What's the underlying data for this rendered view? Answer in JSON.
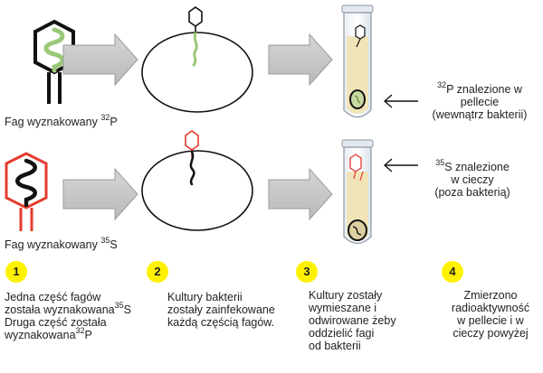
{
  "labels": {
    "p32_fag_label": "Fag wyznakowany",
    "p32_isotope": "32",
    "p32_symbol": "P",
    "s35_fag_label": "Fag wyznakowany",
    "s35_isotope": "35",
    "s35_symbol": "S",
    "p32_result": {
      "isotope": "32",
      "line1": "P znalezione w",
      "line2": "pellecie",
      "line3": "(wewnątrz bakterii)"
    },
    "s35_result": {
      "isotope": "35",
      "line1": "S znalezione",
      "line2": "w cieczy",
      "line3": "(poza bakterią)"
    }
  },
  "steps": [
    {
      "number": "1",
      "line1": "Jedna część fagów",
      "line2_pre": "została wyznakowana",
      "line2_iso": "35",
      "line2_sym": "S",
      "line3": "Druga część została",
      "line4_pre": "wyznakowana",
      "line4_iso": "32",
      "line4_sym": "P"
    },
    {
      "number": "2",
      "line1": "Kultury bakterii",
      "line2": "zostały zainfekowane",
      "line3": "każdą częścią fagów."
    },
    {
      "number": "3",
      "line1": "Kultury zostały",
      "line2": "wymieszane i",
      "line3": "odwirowane żeby",
      "line4": "oddzielić fagi",
      "line5": "od bakterii"
    },
    {
      "number": "4",
      "line1": "Zmierzono",
      "line2": "radioaktywność",
      "line3": "w pellecie i w",
      "line4": "cieczy powyżej"
    }
  ],
  "colors": {
    "dna_green": "#9bc878",
    "capsid_red": "#e53b2e",
    "arrow_gray": "#c8c8c8",
    "arrow_gray_stroke": "#9a9a9a",
    "badge_yellow": "#fff200",
    "tube_liquid": "#f1e4b8"
  }
}
